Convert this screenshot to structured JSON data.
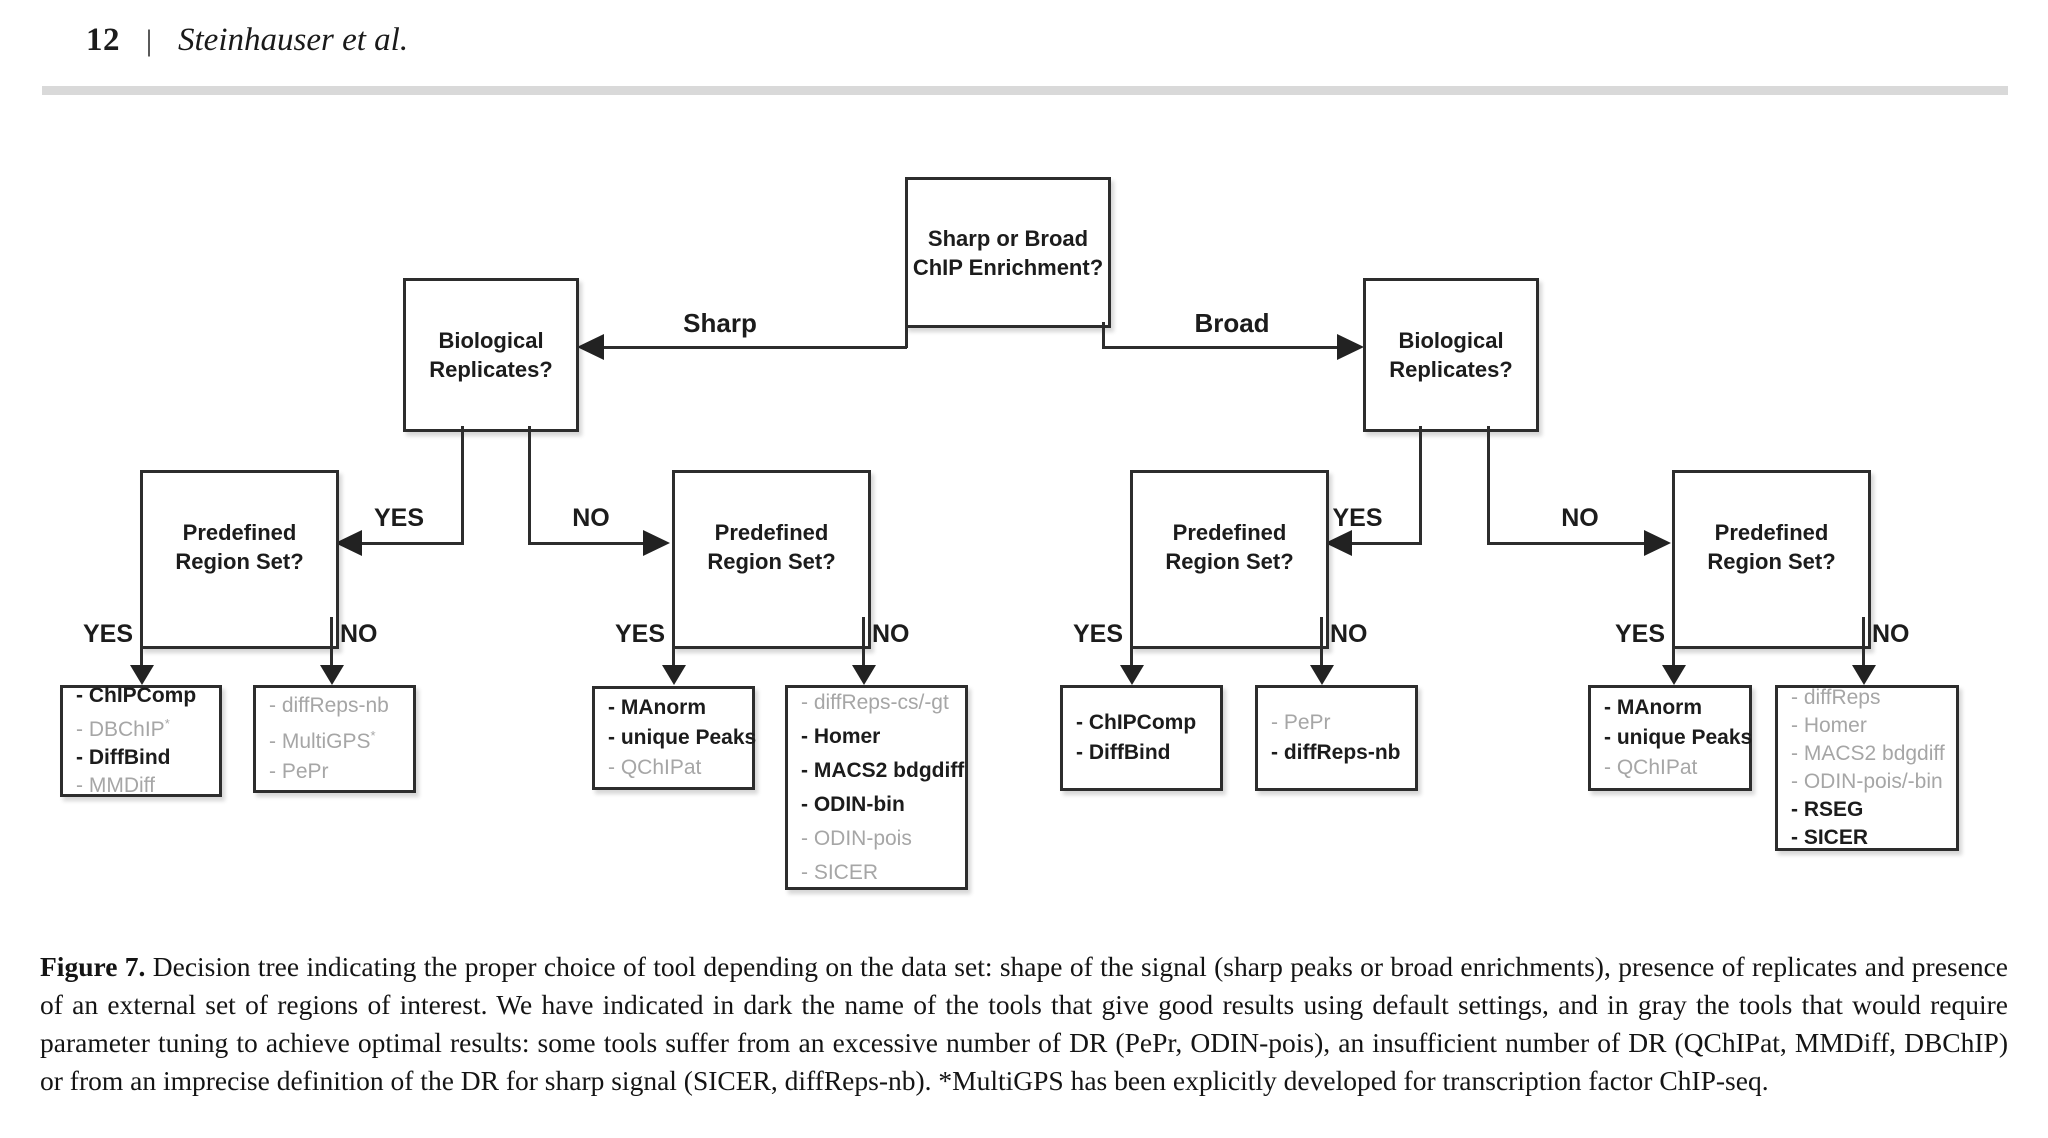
{
  "page": {
    "number": "12",
    "divider": "|",
    "running_head": "Steinhauser et al."
  },
  "labels": {
    "yes": "YES",
    "no": "NO",
    "sharp": "Sharp",
    "broad": "Broad"
  },
  "nodes": {
    "root": {
      "line1": "Sharp or Broad",
      "line2": "ChIP Enrichment?"
    },
    "replicates": {
      "line1": "Biological",
      "line2": "Replicates?"
    },
    "region": {
      "line1": "Predefined",
      "line2": "Region Set?"
    }
  },
  "leaves": [
    {
      "name": "sharp-reps-yes-region-yes",
      "items": [
        {
          "label": "- ChIPComp",
          "muted": false
        },
        {
          "label": "- DBChIP",
          "sup": "*",
          "muted": true
        },
        {
          "label": "- DiffBind",
          "muted": false
        },
        {
          "label": "- MMDiff",
          "muted": true
        }
      ]
    },
    {
      "name": "sharp-reps-yes-region-no",
      "items": [
        {
          "label": "- diffReps-nb",
          "muted": true
        },
        {
          "label": "- MultiGPS",
          "sup": "*",
          "muted": true
        },
        {
          "label": "- PePr",
          "muted": true
        }
      ]
    },
    {
      "name": "sharp-reps-no-region-yes",
      "items": [
        {
          "label": "- MAnorm",
          "muted": false
        },
        {
          "label": "- unique Peaks",
          "muted": false
        },
        {
          "label": "- QChIPat",
          "muted": true
        }
      ]
    },
    {
      "name": "sharp-reps-no-region-no",
      "items": [
        {
          "label": "- diffReps-cs/-gt",
          "muted": true
        },
        {
          "label": "- Homer",
          "muted": false
        },
        {
          "label": "- MACS2 bdgdiff",
          "muted": false
        },
        {
          "label": "- ODIN-bin",
          "muted": false
        },
        {
          "label": "- ODIN-pois",
          "muted": true
        },
        {
          "label": "- SICER",
          "muted": true
        }
      ]
    },
    {
      "name": "broad-reps-yes-region-yes",
      "items": [
        {
          "label": "- ChIPComp",
          "muted": false
        },
        {
          "label": "- DiffBind",
          "muted": false
        }
      ]
    },
    {
      "name": "broad-reps-yes-region-no",
      "items": [
        {
          "label": "- PePr",
          "muted": true
        },
        {
          "label": "- diffReps-nb",
          "muted": false
        }
      ]
    },
    {
      "name": "broad-reps-no-region-yes",
      "items": [
        {
          "label": "- MAnorm",
          "muted": false
        },
        {
          "label": "- unique Peaks",
          "muted": false
        },
        {
          "label": "- QChIPat",
          "muted": true
        }
      ]
    },
    {
      "name": "broad-reps-no-region-no",
      "items": [
        {
          "label": "- diffReps",
          "muted": true
        },
        {
          "label": "- Homer",
          "muted": true
        },
        {
          "label": "- MACS2 bdgdiff",
          "muted": true
        },
        {
          "label": "- ODIN-pois/-bin",
          "muted": true
        },
        {
          "label": "- RSEG",
          "muted": false
        },
        {
          "label": "- SICER",
          "muted": false
        }
      ]
    }
  ],
  "caption": {
    "label": "Figure 7.",
    "text": " Decision tree indicating the proper choice of tool depending on the data set: shape of the signal (sharp peaks or broad enrichments), presence of replicates and presence of an external set of regions of interest. We have indicated in dark the name of the tools that give good results using default settings, and in gray the tools that would require parameter tuning to achieve optimal results: some tools suffer from an excessive number of DR (PePr, ODIN-pois), an insufficient number of DR (QChIPat, MMDiff, DBChIP) or from an imprecise definition of the DR for sharp signal (SICER, diffReps-nb). *MultiGPS has been explicitly developed for transcription factor ChIP-seq."
  },
  "colors": {
    "ink": "#1c1c1c",
    "muted_tool": "#a6a6a6",
    "rule": "#d9d9d9"
  }
}
